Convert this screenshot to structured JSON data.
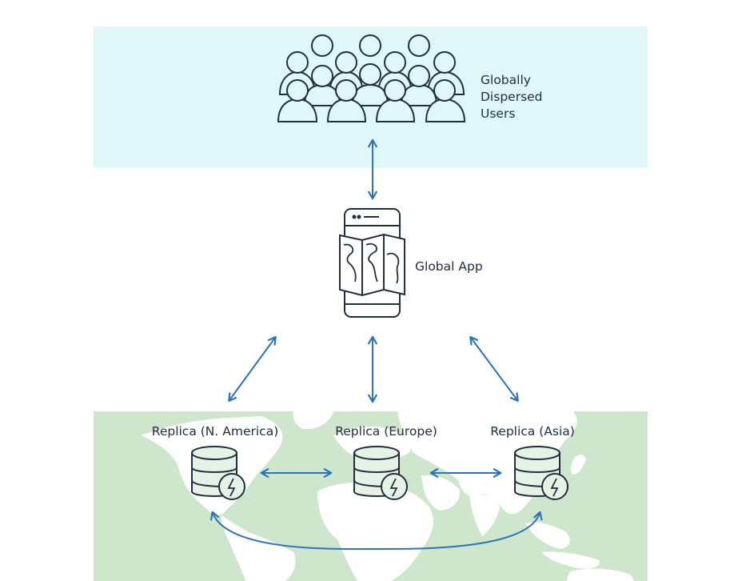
{
  "users": {
    "icon": "users-group-icon",
    "label_lines": [
      "Globally",
      "Dispersed",
      "Users"
    ]
  },
  "app": {
    "icon": "mobile-map-app-icon",
    "label": "Global App"
  },
  "replicas": [
    {
      "label": "Replica (N. America)",
      "icon": "database-lightning-icon"
    },
    {
      "label": "Replica (Europe)",
      "icon": "database-lightning-icon"
    },
    {
      "label": "Replica (Asia)",
      "icon": "database-lightning-icon"
    }
  ],
  "connections": [
    {
      "from": "Globally Dispersed Users",
      "to": "Global App",
      "direction": "bidirectional"
    },
    {
      "from": "Global App",
      "to": "Replica (N. America)",
      "direction": "bidirectional"
    },
    {
      "from": "Global App",
      "to": "Replica (Europe)",
      "direction": "bidirectional"
    },
    {
      "from": "Global App",
      "to": "Replica (Asia)",
      "direction": "bidirectional"
    },
    {
      "from": "Replica (N. America)",
      "to": "Replica (Europe)",
      "direction": "bidirectional"
    },
    {
      "from": "Replica (Europe)",
      "to": "Replica (Asia)",
      "direction": "bidirectional"
    },
    {
      "from": "Replica (N. America)",
      "to": "Replica (Asia)",
      "direction": "bidirectional"
    }
  ],
  "colors": {
    "users_panel_bg": "#e0f7fa",
    "map_ocean": "#cde6cc",
    "map_land": "#ffffff",
    "arrow": "#2e73b8",
    "icon_stroke": "#232f3e",
    "db_fill": "#e6f2e5"
  }
}
